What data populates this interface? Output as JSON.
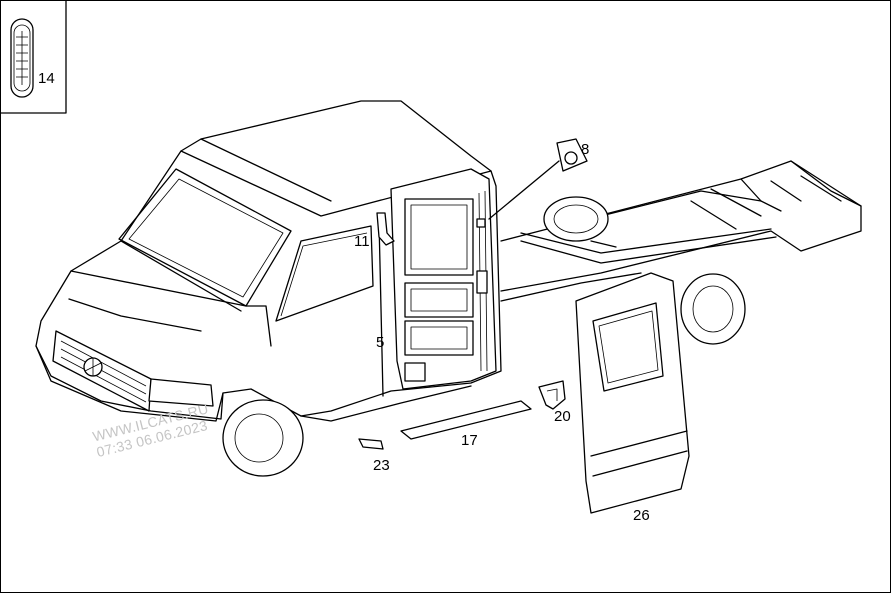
{
  "diagram": {
    "callouts": [
      {
        "id": "14",
        "label": "14"
      },
      {
        "id": "8",
        "label": "8"
      },
      {
        "id": "11",
        "label": "11"
      },
      {
        "id": "5",
        "label": "5"
      },
      {
        "id": "17",
        "label": "17"
      },
      {
        "id": "20",
        "label": "20"
      },
      {
        "id": "23",
        "label": "23"
      },
      {
        "id": "26",
        "label": "26"
      }
    ]
  },
  "watermark": {
    "line1": "WWW.ILCATS.RU",
    "line2": "07:33 06.06.2023"
  },
  "colors": {
    "line": "#000000",
    "background": "#ffffff",
    "watermark": "#c4c4c4"
  }
}
